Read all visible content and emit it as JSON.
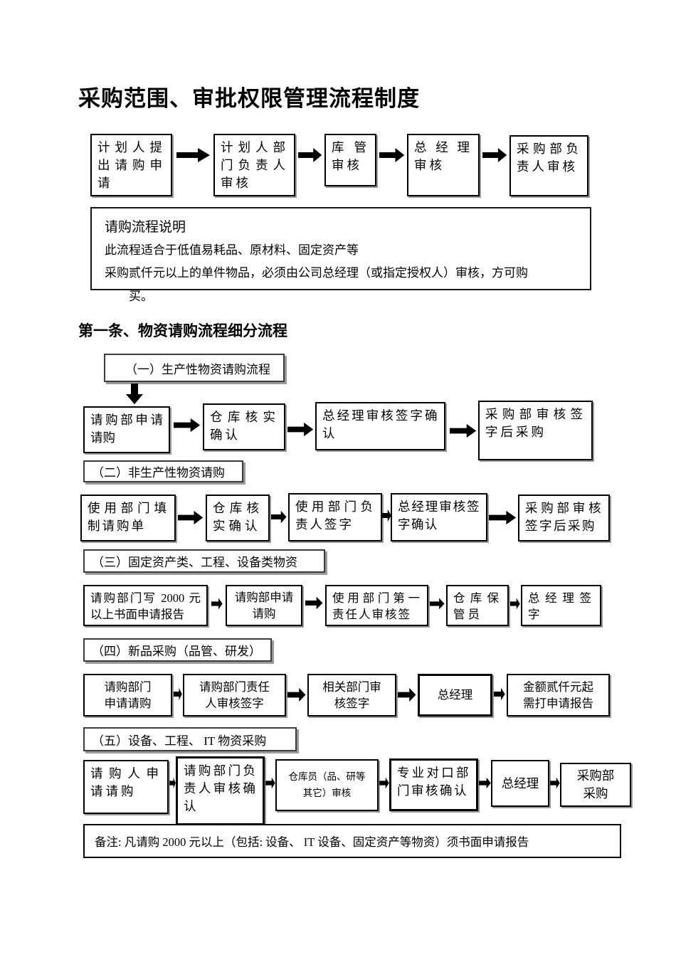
{
  "title": "采购范围、审批权限管理流程制度",
  "top_flow": {
    "boxes": [
      "计划人提出请购申请",
      "计划人部门负责人审核",
      "库管审核",
      "总经理审核",
      "采购部负责人审核"
    ]
  },
  "description": {
    "heading": "请购流程说明",
    "lines": [
      "此流程适合于低值易耗品、原材料、固定资产等",
      "采购贰仟元以上的单件物品，必须由公司总经理（或指定授权人）审核，方可购",
      "买。"
    ]
  },
  "section_heading": "第一条、物资请购流程细分流程",
  "flows": [
    {
      "label": "（一）生产性物资请购流程",
      "boxes": [
        "请购部申请请购",
        "仓库核实确认",
        "总经理审核签字确认",
        "采购部审核签字后采购"
      ]
    },
    {
      "label": "（二）非生产性物资请购",
      "boxes": [
        "使用部门填制请购单",
        "仓库核实确认",
        "使用部门负责人签字",
        "总经理审核签字确认",
        "采购部审核签字后采购"
      ]
    },
    {
      "label": "（三）固定资产类、工程、设备类物资",
      "boxes": [
        "请购部门写 2000 元以上书面申请报告",
        "请购部申请请购",
        "使用部门第一责任人审核签",
        "仓库保管员",
        "总经理签字"
      ]
    },
    {
      "label": "（四）新品采购（品管、研发）",
      "boxes": [
        "请购部门申请请购",
        "请购部门责任人审核签字",
        "相关部门审核签字",
        "总经理",
        "金额贰仟元起需打申请报告"
      ]
    },
    {
      "label": "（五）设备、工程、 IT 物资采购",
      "boxes": [
        "请购人申请请购",
        "请购部门负责人审核确认",
        "仓库员（品、研等其它）审核",
        "专业对口部门审核确认",
        "总经理",
        "采购部采购"
      ]
    }
  ],
  "note": "备注: 凡请购 2000 元以上（包括: 设备、 IT 设备、固定资产等物资）须书面申请报告",
  "colors": {
    "arrow_fill": "#00E1F4",
    "arrow_stroke": "#FF00FF",
    "box_border": "#000000",
    "shadow_gray": "#9A9A9A"
  }
}
